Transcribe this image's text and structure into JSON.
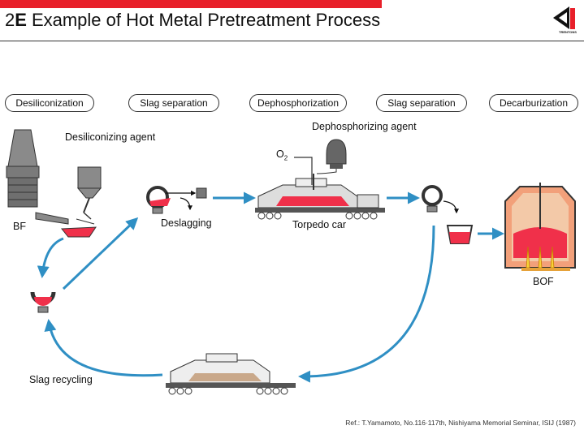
{
  "header": {
    "code_num": "2",
    "code_letter": "E",
    "title": "Example of Hot Metal Pretreatment Process",
    "logo_text": "TRENTONS"
  },
  "stages": [
    "Desiliconization",
    "Slag separation",
    "Dephosphorization",
    "Slag separation",
    "Decarburization"
  ],
  "labels": {
    "desiliconizing_agent": "Desiliconizing agent",
    "dephosphorizing_agent": "Dephosphorizing agent",
    "oxygen": "O",
    "oxygen_sub": "2",
    "bf": "BF",
    "deslagging": "Deslagging",
    "torpedo_car": "Torpedo car",
    "bof": "BOF",
    "slag_recycling": "Slag recycling"
  },
  "reference": "Ref.: T.Yamamoto, No.116·117th, Nishiyama Memorial Seminar, ISIJ (1987)",
  "colors": {
    "accent_red": "#e8202a",
    "hot_metal": "#f0304a",
    "flow_arrow": "#2f8fc4",
    "equipment_gray": "#8a8a8a"
  }
}
